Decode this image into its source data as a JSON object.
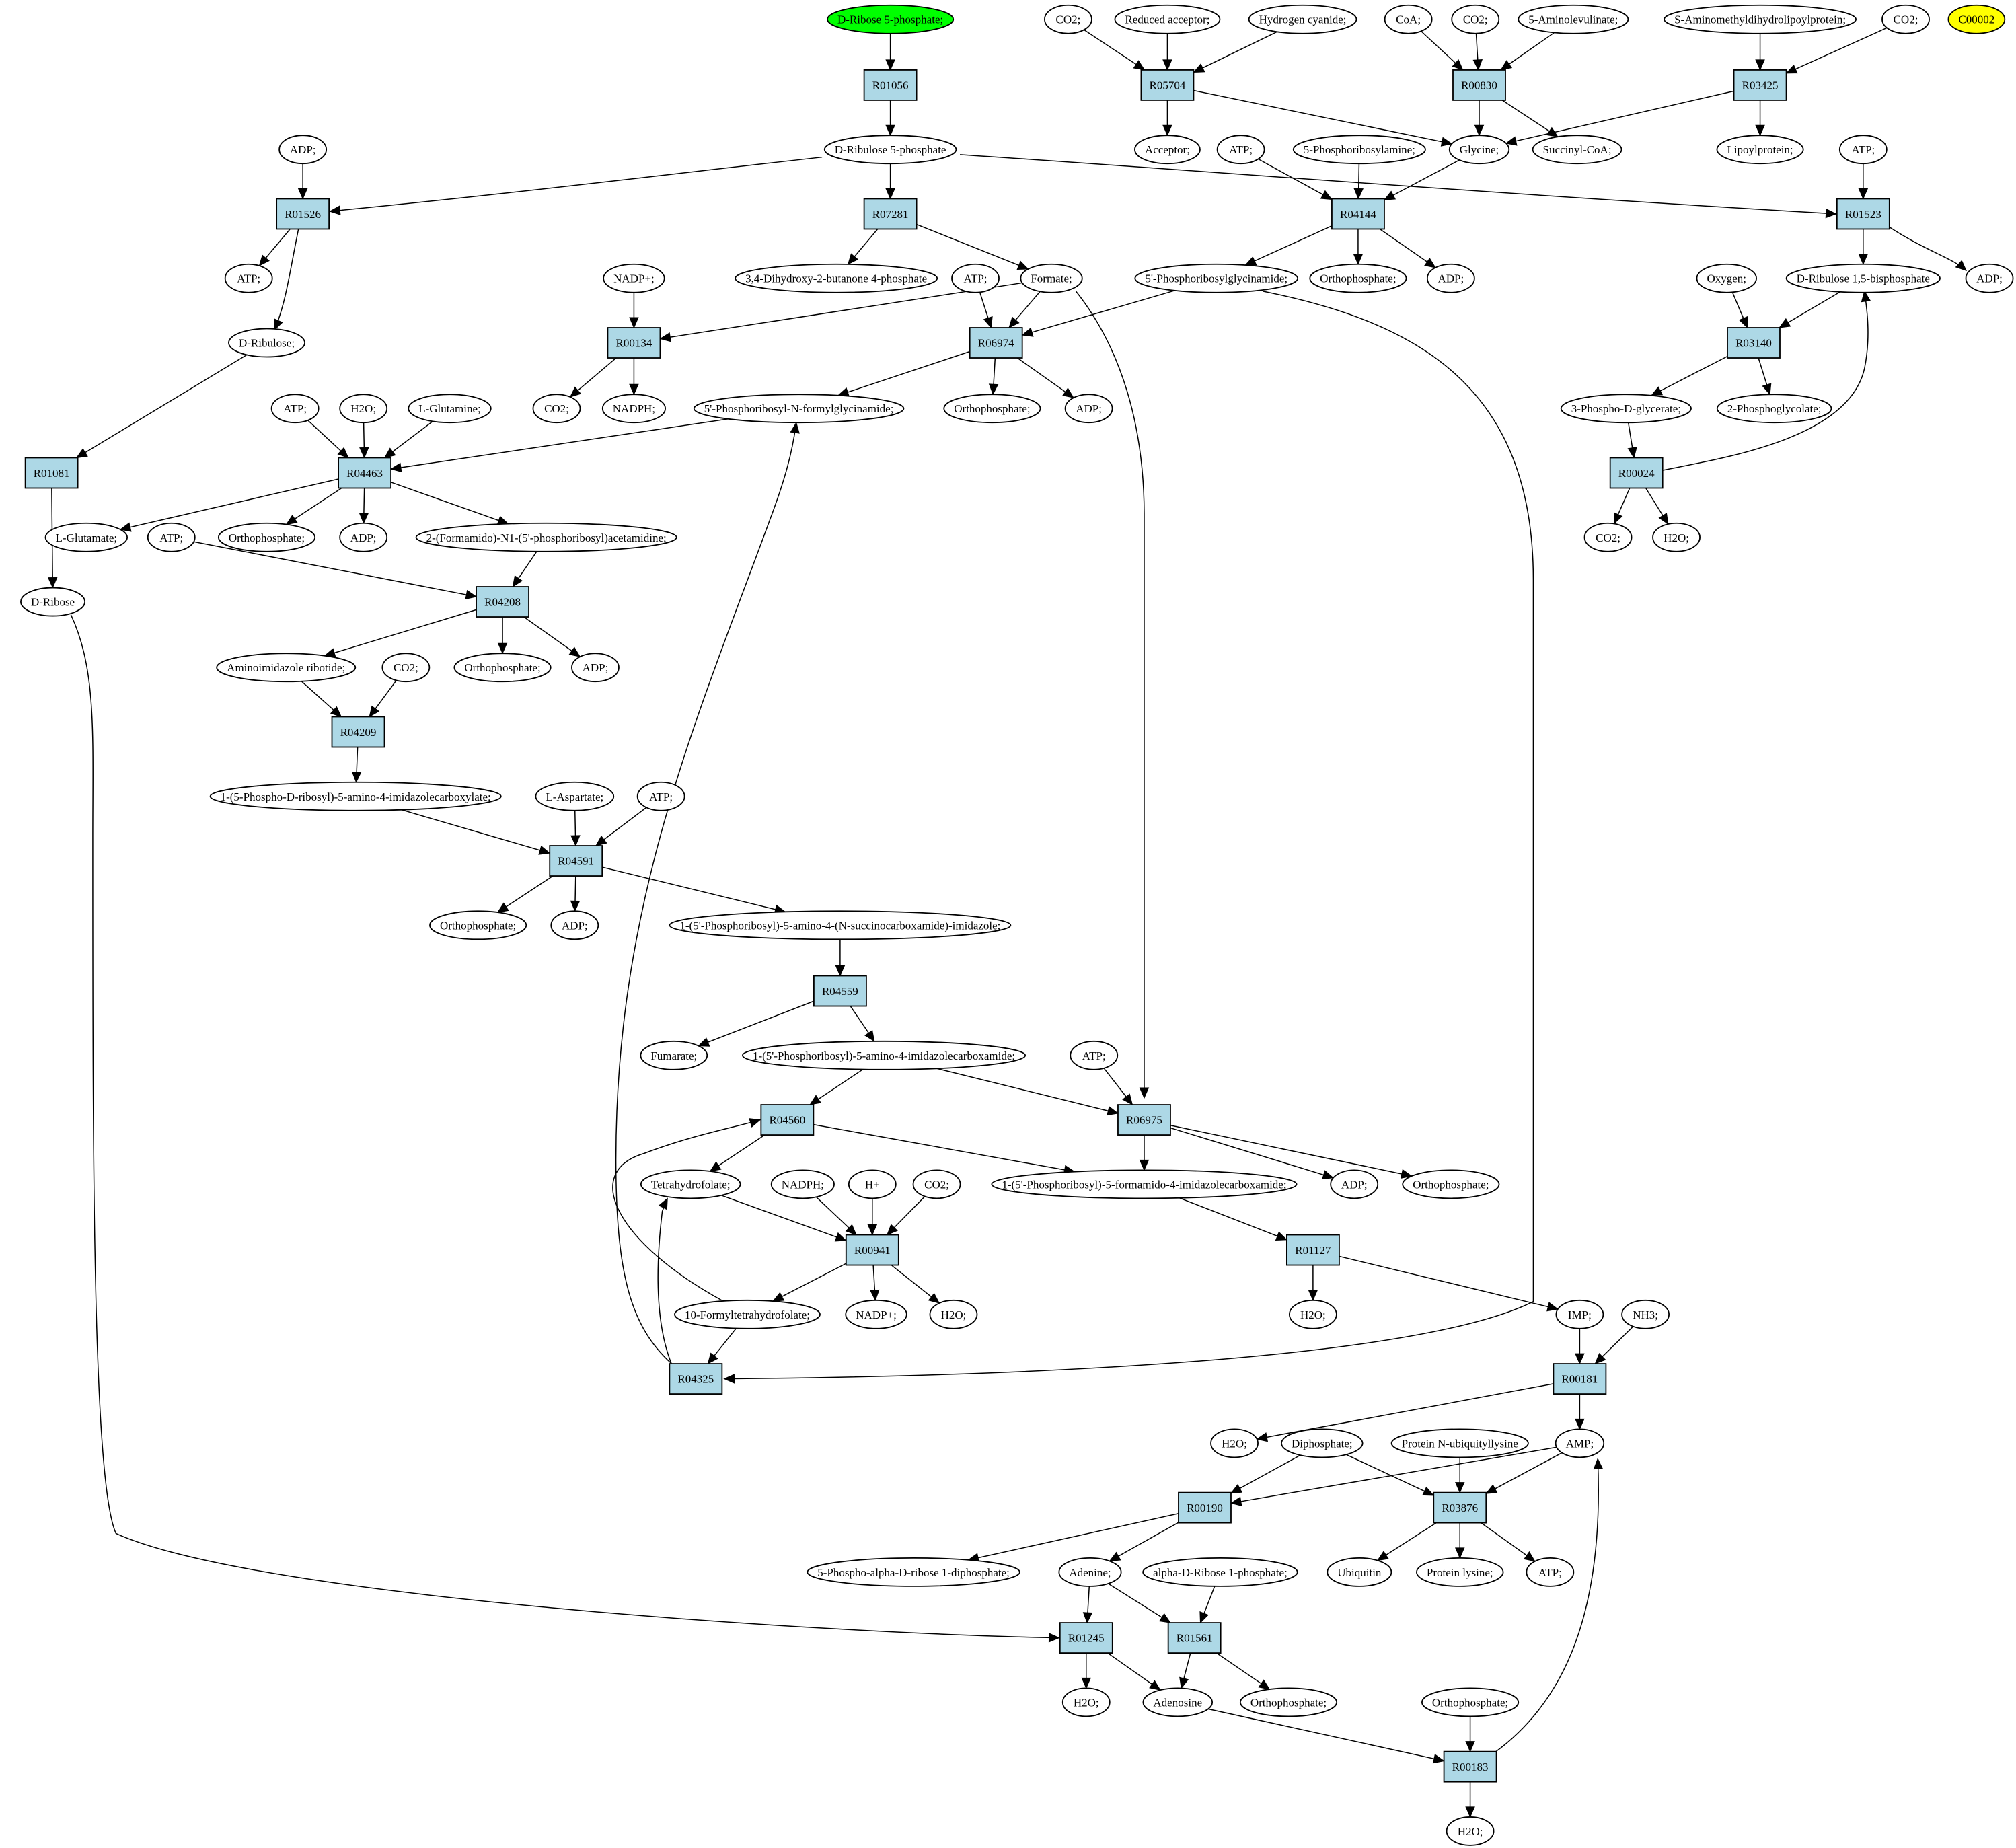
{
  "diagram": {
    "type": "metabolic-pathway-graph",
    "colors": {
      "reaction_fill": "#add8e6",
      "start_fill": "#00ff00",
      "marker_fill": "#ffff00",
      "compound_fill": "#ffffff",
      "stroke": "#000000"
    },
    "nodes": [
      {
        "id": "c1",
        "label": "D-Ribose 5-phosphate;",
        "kind": "start"
      },
      {
        "id": "r1",
        "label": "R01056",
        "kind": "reaction"
      },
      {
        "id": "c2",
        "label": "CO2;",
        "kind": "compound"
      },
      {
        "id": "c3",
        "label": "Reduced acceptor;",
        "kind": "compound"
      },
      {
        "id": "c4",
        "label": "Hydrogen cyanide;",
        "kind": "compound"
      },
      {
        "id": "c5",
        "label": "CoA;",
        "kind": "compound"
      },
      {
        "id": "c6",
        "label": "CO2;",
        "kind": "compound"
      },
      {
        "id": "c7",
        "label": "5-Aminolevulinate;",
        "kind": "compound"
      },
      {
        "id": "c8",
        "label": "S-Aminomethyldihydrolipoylprotein;",
        "kind": "compound"
      },
      {
        "id": "c9",
        "label": "CO2;",
        "kind": "compound"
      },
      {
        "id": "c10",
        "label": "C00002",
        "kind": "marker"
      },
      {
        "id": "r2",
        "label": "R05704",
        "kind": "reaction"
      },
      {
        "id": "r3",
        "label": "R00830",
        "kind": "reaction"
      },
      {
        "id": "r4",
        "label": "R03425",
        "kind": "reaction"
      },
      {
        "id": "c11",
        "label": "ADP;",
        "kind": "compound"
      },
      {
        "id": "c12",
        "label": "D-Ribulose 5-phosphate",
        "kind": "compound"
      },
      {
        "id": "c13",
        "label": "Acceptor;",
        "kind": "compound"
      },
      {
        "id": "c14",
        "label": "ATP;",
        "kind": "compound"
      },
      {
        "id": "c15",
        "label": "5-Phosphoribosylamine;",
        "kind": "compound"
      },
      {
        "id": "c16",
        "label": "Glycine;",
        "kind": "compound"
      },
      {
        "id": "c17",
        "label": "Succinyl-CoA;",
        "kind": "compound"
      },
      {
        "id": "c18",
        "label": "Lipoylprotein;",
        "kind": "compound"
      },
      {
        "id": "c19",
        "label": "ATP;",
        "kind": "compound"
      },
      {
        "id": "r5",
        "label": "R01526",
        "kind": "reaction"
      },
      {
        "id": "r6",
        "label": "R07281",
        "kind": "reaction"
      },
      {
        "id": "r7",
        "label": "R04144",
        "kind": "reaction"
      },
      {
        "id": "r8",
        "label": "R01523",
        "kind": "reaction"
      },
      {
        "id": "c20",
        "label": "ATP;",
        "kind": "compound"
      },
      {
        "id": "c21",
        "label": "3,4-Dihydroxy-2-butanone 4-phosphate",
        "kind": "compound"
      },
      {
        "id": "c22",
        "label": "NADP+;",
        "kind": "compound"
      },
      {
        "id": "c23",
        "label": "ATP;",
        "kind": "compound"
      },
      {
        "id": "c24",
        "label": "Formate;",
        "kind": "compound"
      },
      {
        "id": "c25",
        "label": "5'-Phosphoribosylglycinamide;",
        "kind": "compound"
      },
      {
        "id": "c26",
        "label": "Orthophosphate;",
        "kind": "compound"
      },
      {
        "id": "c27",
        "label": "ADP;",
        "kind": "compound"
      },
      {
        "id": "c28",
        "label": "Oxygen;",
        "kind": "compound"
      },
      {
        "id": "c29",
        "label": "D-Ribulose 1,5-bisphosphate",
        "kind": "compound"
      },
      {
        "id": "c30",
        "label": "ADP;",
        "kind": "compound"
      },
      {
        "id": "c31",
        "label": "D-Ribulose;",
        "kind": "compound"
      },
      {
        "id": "r9",
        "label": "R00134",
        "kind": "reaction"
      },
      {
        "id": "r10",
        "label": "R06974",
        "kind": "reaction"
      },
      {
        "id": "r11",
        "label": "R03140",
        "kind": "reaction"
      },
      {
        "id": "c32",
        "label": "ATP;",
        "kind": "compound"
      },
      {
        "id": "c33",
        "label": "H2O;",
        "kind": "compound"
      },
      {
        "id": "c34",
        "label": "L-Glutamine;",
        "kind": "compound"
      },
      {
        "id": "c35",
        "label": "CO2;",
        "kind": "compound"
      },
      {
        "id": "c36",
        "label": "NADPH;",
        "kind": "compound"
      },
      {
        "id": "c37",
        "label": "5'-Phosphoribosyl-N-formylglycinamide;",
        "kind": "compound"
      },
      {
        "id": "c38",
        "label": "Orthophosphate;",
        "kind": "compound"
      },
      {
        "id": "c39",
        "label": "ADP;",
        "kind": "compound"
      },
      {
        "id": "c40",
        "label": "3-Phospho-D-glycerate;",
        "kind": "compound"
      },
      {
        "id": "c41",
        "label": "2-Phosphoglycolate;",
        "kind": "compound"
      },
      {
        "id": "r12",
        "label": "R01081",
        "kind": "reaction"
      },
      {
        "id": "r13",
        "label": "R04463",
        "kind": "reaction"
      },
      {
        "id": "r14",
        "label": "R00024",
        "kind": "reaction"
      },
      {
        "id": "c42",
        "label": "L-Glutamate;",
        "kind": "compound"
      },
      {
        "id": "c43",
        "label": "ATP;",
        "kind": "compound"
      },
      {
        "id": "c44",
        "label": "Orthophosphate;",
        "kind": "compound"
      },
      {
        "id": "c45",
        "label": "ADP;",
        "kind": "compound"
      },
      {
        "id": "c46",
        "label": "2-(Formamido)-N1-(5'-phosphoribosyl)acetamidine;",
        "kind": "compound"
      },
      {
        "id": "c47",
        "label": "CO2;",
        "kind": "compound"
      },
      {
        "id": "c48",
        "label": "H2O;",
        "kind": "compound"
      },
      {
        "id": "c49",
        "label": "D-Ribose",
        "kind": "compound"
      },
      {
        "id": "r15",
        "label": "R04208",
        "kind": "reaction"
      },
      {
        "id": "c50",
        "label": "Aminoimidazole ribotide;",
        "kind": "compound"
      },
      {
        "id": "c51",
        "label": "CO2;",
        "kind": "compound"
      },
      {
        "id": "c52",
        "label": "Orthophosphate;",
        "kind": "compound"
      },
      {
        "id": "c53",
        "label": "ADP;",
        "kind": "compound"
      },
      {
        "id": "r16",
        "label": "R04209",
        "kind": "reaction"
      },
      {
        "id": "c54",
        "label": "1-(5-Phospho-D-ribosyl)-5-amino-4-imidazolecarboxylate;",
        "kind": "compound"
      },
      {
        "id": "c55",
        "label": "L-Aspartate;",
        "kind": "compound"
      },
      {
        "id": "c56",
        "label": "ATP;",
        "kind": "compound"
      },
      {
        "id": "r17",
        "label": "R04591",
        "kind": "reaction"
      },
      {
        "id": "c57",
        "label": "Orthophosphate;",
        "kind": "compound"
      },
      {
        "id": "c58",
        "label": "ADP;",
        "kind": "compound"
      },
      {
        "id": "c59",
        "label": "1-(5'-Phosphoribosyl)-5-amino-4-(N-succinocarboxamide)-imidazole;",
        "kind": "compound"
      },
      {
        "id": "r18",
        "label": "R04559",
        "kind": "reaction"
      },
      {
        "id": "c60",
        "label": "Fumarate;",
        "kind": "compound"
      },
      {
        "id": "c61",
        "label": "1-(5'-Phosphoribosyl)-5-amino-4-imidazolecarboxamide;",
        "kind": "compound"
      },
      {
        "id": "c62",
        "label": "ATP;",
        "kind": "compound"
      },
      {
        "id": "r19",
        "label": "R04560",
        "kind": "reaction"
      },
      {
        "id": "r20",
        "label": "R06975",
        "kind": "reaction"
      },
      {
        "id": "c63",
        "label": "Tetrahydrofolate;",
        "kind": "compound"
      },
      {
        "id": "c64",
        "label": "NADPH;",
        "kind": "compound"
      },
      {
        "id": "c65",
        "label": "H+",
        "kind": "compound"
      },
      {
        "id": "c66",
        "label": "CO2;",
        "kind": "compound"
      },
      {
        "id": "c67",
        "label": "1-(5'-Phosphoribosyl)-5-formamido-4-imidazolecarboxamide;",
        "kind": "compound"
      },
      {
        "id": "c68",
        "label": "ADP;",
        "kind": "compound"
      },
      {
        "id": "c69",
        "label": "Orthophosphate;",
        "kind": "compound"
      },
      {
        "id": "r21",
        "label": "R00941",
        "kind": "reaction"
      },
      {
        "id": "r22",
        "label": "R01127",
        "kind": "reaction"
      },
      {
        "id": "c70",
        "label": "10-Formyltetrahydrofolate;",
        "kind": "compound"
      },
      {
        "id": "c71",
        "label": "NADP+;",
        "kind": "compound"
      },
      {
        "id": "c72",
        "label": "H2O;",
        "kind": "compound"
      },
      {
        "id": "c73",
        "label": "H2O;",
        "kind": "compound"
      },
      {
        "id": "c74",
        "label": "IMP;",
        "kind": "compound"
      },
      {
        "id": "c75",
        "label": "NH3;",
        "kind": "compound"
      },
      {
        "id": "r23",
        "label": "R04325",
        "kind": "reaction"
      },
      {
        "id": "r24",
        "label": "R00181",
        "kind": "reaction"
      },
      {
        "id": "c76",
        "label": "H2O;",
        "kind": "compound"
      },
      {
        "id": "c77",
        "label": "Diphosphate;",
        "kind": "compound"
      },
      {
        "id": "c78",
        "label": "Protein N-ubiquityllysine",
        "kind": "compound"
      },
      {
        "id": "c79",
        "label": "AMP;",
        "kind": "compound"
      },
      {
        "id": "r25",
        "label": "R00190",
        "kind": "reaction"
      },
      {
        "id": "r26",
        "label": "R03876",
        "kind": "reaction"
      },
      {
        "id": "c80",
        "label": "5-Phospho-alpha-D-ribose 1-diphosphate;",
        "kind": "compound"
      },
      {
        "id": "c81",
        "label": "Adenine;",
        "kind": "compound"
      },
      {
        "id": "c82",
        "label": "alpha-D-Ribose 1-phosphate;",
        "kind": "compound"
      },
      {
        "id": "c83",
        "label": "Ubiquitin",
        "kind": "compound"
      },
      {
        "id": "c84",
        "label": "Protein lysine;",
        "kind": "compound"
      },
      {
        "id": "c85",
        "label": "ATP;",
        "kind": "compound"
      },
      {
        "id": "r27",
        "label": "R01245",
        "kind": "reaction"
      },
      {
        "id": "r28",
        "label": "R01561",
        "kind": "reaction"
      },
      {
        "id": "c86",
        "label": "H2O;",
        "kind": "compound"
      },
      {
        "id": "c87",
        "label": "Adenosine",
        "kind": "compound"
      },
      {
        "id": "c88",
        "label": "Orthophosphate;",
        "kind": "compound"
      },
      {
        "id": "c89",
        "label": "Orthophosphate;",
        "kind": "compound"
      },
      {
        "id": "r29",
        "label": "R00183",
        "kind": "reaction"
      },
      {
        "id": "c90",
        "label": "H2O;",
        "kind": "compound"
      }
    ],
    "edges": [
      [
        "c1",
        "r1"
      ],
      [
        "r1",
        "c12"
      ],
      [
        "c2",
        "r2"
      ],
      [
        "c3",
        "r2"
      ],
      [
        "c4",
        "r2"
      ],
      [
        "r2",
        "c13"
      ],
      [
        "r2",
        "c16"
      ],
      [
        "c5",
        "r3"
      ],
      [
        "c6",
        "r3"
      ],
      [
        "c7",
        "r3"
      ],
      [
        "r3",
        "c16"
      ],
      [
        "r3",
        "c17"
      ],
      [
        "c8",
        "r4"
      ],
      [
        "c9",
        "r4"
      ],
      [
        "r4",
        "c16"
      ],
      [
        "r4",
        "c18"
      ],
      [
        "c11",
        "r5"
      ],
      [
        "c12",
        "r5"
      ],
      [
        "r5",
        "c20"
      ],
      [
        "r5",
        "c31"
      ],
      [
        "c12",
        "r6"
      ],
      [
        "r6",
        "c21"
      ],
      [
        "r6",
        "c24"
      ],
      [
        "c12",
        "r8"
      ],
      [
        "c19",
        "r8"
      ],
      [
        "r8",
        "c29"
      ],
      [
        "r8",
        "c30"
      ],
      [
        "c14",
        "r7"
      ],
      [
        "c15",
        "r7"
      ],
      [
        "c16",
        "r7"
      ],
      [
        "r7",
        "c25"
      ],
      [
        "r7",
        "c26"
      ],
      [
        "r7",
        "c27"
      ],
      [
        "c22",
        "r9"
      ],
      [
        "c24",
        "r9"
      ],
      [
        "r9",
        "c35"
      ],
      [
        "r9",
        "c36"
      ],
      [
        "c23",
        "r10"
      ],
      [
        "c24",
        "r10"
      ],
      [
        "c25",
        "r10"
      ],
      [
        "r10",
        "c37"
      ],
      [
        "r10",
        "c38"
      ],
      [
        "r10",
        "c39"
      ],
      [
        "c28",
        "r11"
      ],
      [
        "c29",
        "r11"
      ],
      [
        "r11",
        "c40"
      ],
      [
        "r11",
        "c41"
      ],
      [
        "c40",
        "r14"
      ],
      [
        "r14",
        "c29"
      ],
      [
        "r14",
        "c47"
      ],
      [
        "r14",
        "c48"
      ],
      [
        "c31",
        "r12"
      ],
      [
        "r12",
        "c49"
      ],
      [
        "c32",
        "r13"
      ],
      [
        "c33",
        "r13"
      ],
      [
        "c34",
        "r13"
      ],
      [
        "c37",
        "r13"
      ],
      [
        "r13",
        "c42"
      ],
      [
        "r13",
        "c44"
      ],
      [
        "r13",
        "c45"
      ],
      [
        "r13",
        "c46"
      ],
      [
        "c43",
        "r15"
      ],
      [
        "c46",
        "r15"
      ],
      [
        "r15",
        "c50"
      ],
      [
        "r15",
        "c52"
      ],
      [
        "r15",
        "c53"
      ],
      [
        "c50",
        "r16"
      ],
      [
        "c51",
        "r16"
      ],
      [
        "r16",
        "c54"
      ],
      [
        "c54",
        "r17"
      ],
      [
        "c55",
        "r17"
      ],
      [
        "c56",
        "r17"
      ],
      [
        "r17",
        "c57"
      ],
      [
        "r17",
        "c58"
      ],
      [
        "r17",
        "c59"
      ],
      [
        "c59",
        "r18"
      ],
      [
        "r18",
        "c60"
      ],
      [
        "r18",
        "c61"
      ],
      [
        "c61",
        "r19"
      ],
      [
        "c61",
        "r20"
      ],
      [
        "c62",
        "r20"
      ],
      [
        "c24",
        "r20"
      ],
      [
        "r19",
        "c63"
      ],
      [
        "r19",
        "c67"
      ],
      [
        "r20",
        "c67"
      ],
      [
        "r20",
        "c68"
      ],
      [
        "r20",
        "c69"
      ],
      [
        "c63",
        "r21"
      ],
      [
        "c64",
        "r21"
      ],
      [
        "c65",
        "r21"
      ],
      [
        "c66",
        "r21"
      ],
      [
        "r21",
        "c70"
      ],
      [
        "r21",
        "c71"
      ],
      [
        "r21",
        "c72"
      ],
      [
        "c70",
        "r19"
      ],
      [
        "c70",
        "r23"
      ],
      [
        "c25",
        "r23"
      ],
      [
        "r23",
        "c63"
      ],
      [
        "r23",
        "c37"
      ],
      [
        "c67",
        "r22"
      ],
      [
        "r22",
        "c73"
      ],
      [
        "r22",
        "c74"
      ],
      [
        "c74",
        "r24"
      ],
      [
        "c75",
        "r24"
      ],
      [
        "r24",
        "c76"
      ],
      [
        "r24",
        "c79"
      ],
      [
        "c79",
        "r25"
      ],
      [
        "c77",
        "r25"
      ],
      [
        "r25",
        "c80"
      ],
      [
        "r25",
        "c81"
      ],
      [
        "c77",
        "r26"
      ],
      [
        "c78",
        "r26"
      ],
      [
        "c79",
        "r26"
      ],
      [
        "r26",
        "c83"
      ],
      [
        "r26",
        "c84"
      ],
      [
        "r26",
        "c85"
      ],
      [
        "c81",
        "r27"
      ],
      [
        "c49",
        "r27"
      ],
      [
        "r27",
        "c86"
      ],
      [
        "r27",
        "c87"
      ],
      [
        "c81",
        "r28"
      ],
      [
        "c82",
        "r28"
      ],
      [
        "r28",
        "c87"
      ],
      [
        "r28",
        "c88"
      ],
      [
        "c87",
        "r29"
      ],
      [
        "c89",
        "r29"
      ],
      [
        "r29",
        "c90"
      ],
      [
        "r29",
        "c79"
      ]
    ]
  }
}
